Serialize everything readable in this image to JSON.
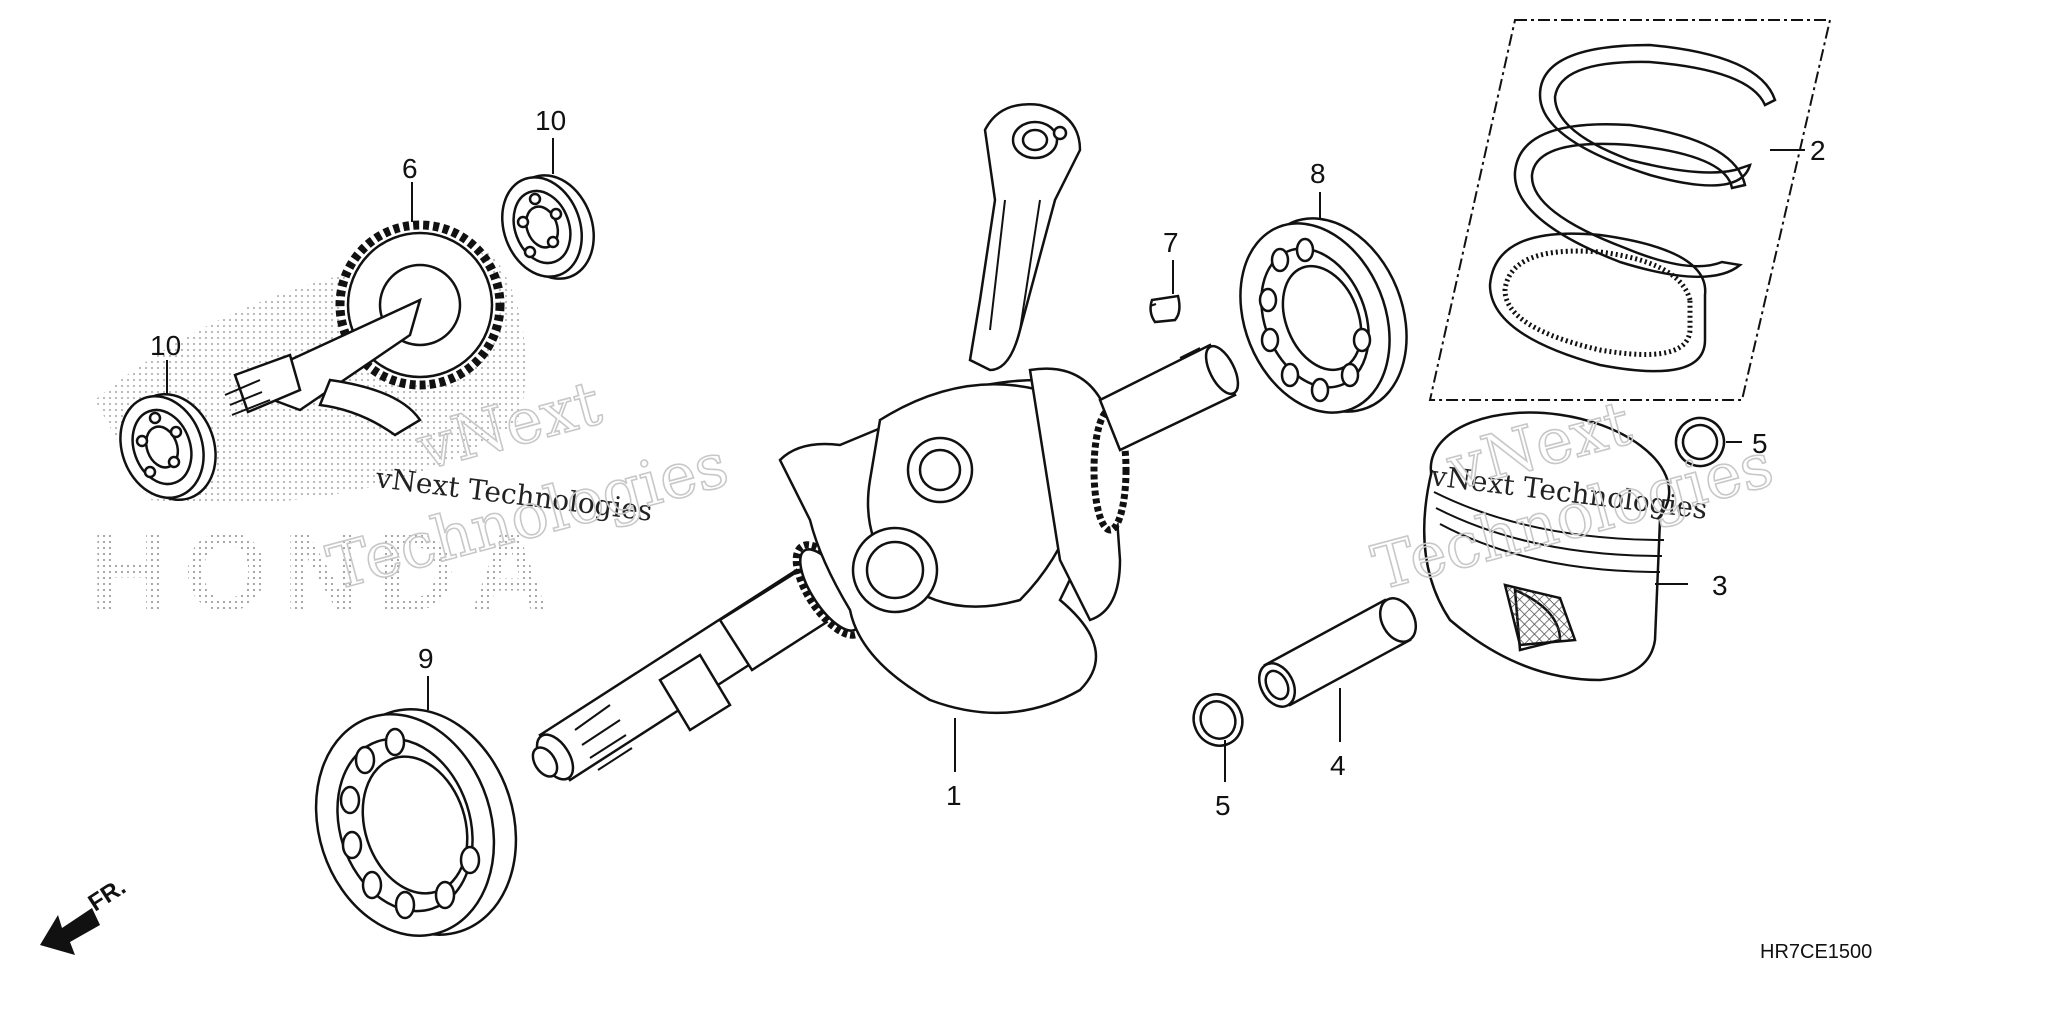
{
  "diagram_code": "HR7CE1500",
  "front_label": "FR.",
  "watermark": {
    "line1": "vNext Technologies",
    "line2a": "vNext",
    "line2b": "Technologies",
    "brand": "HONDA"
  },
  "callouts": {
    "crankshaft": "1",
    "piston_ring_set": "2",
    "piston": "3",
    "piston_pin": "4",
    "pin_clip_left": "5",
    "pin_clip_right": "5",
    "balancer_shaft": "6",
    "woodruff_key": "7",
    "right_bearing": "8",
    "left_bearing": "9",
    "balancer_bearing_top": "10",
    "balancer_bearing_left": "10"
  }
}
